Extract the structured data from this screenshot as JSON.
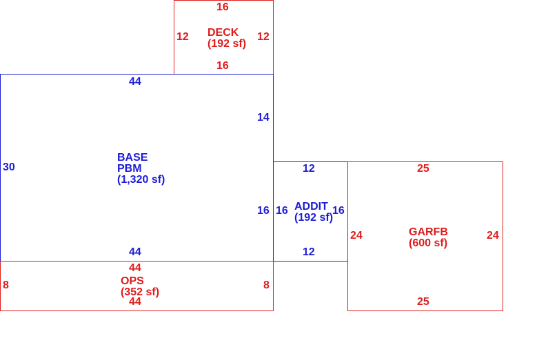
{
  "colors": {
    "addition": "#1c1cd6",
    "other": "#e01b1b"
  },
  "areas": {
    "deck": {
      "code": "DECK",
      "area": "(192 sf)",
      "top": "16",
      "bottom": "16",
      "left": "12",
      "right": "12"
    },
    "base": {
      "code": "BASE",
      "sub": "PBM",
      "area": "(1,320 sf)",
      "top": "44",
      "bottom": "44",
      "left": "30",
      "right_upper": "14",
      "right_lower": "16"
    },
    "addit": {
      "code": "ADDIT",
      "area": "(192 sf)",
      "top": "12",
      "bottom": "12",
      "left": "16",
      "right": "16"
    },
    "garfb": {
      "code": "GARFB",
      "area": "(600 sf)",
      "top": "25",
      "bottom": "25",
      "left": "24",
      "right": "24"
    },
    "ops": {
      "code": "OPS",
      "area": "(352 sf)",
      "top": "44",
      "bottom": "44",
      "left": "8",
      "right": "8"
    }
  }
}
